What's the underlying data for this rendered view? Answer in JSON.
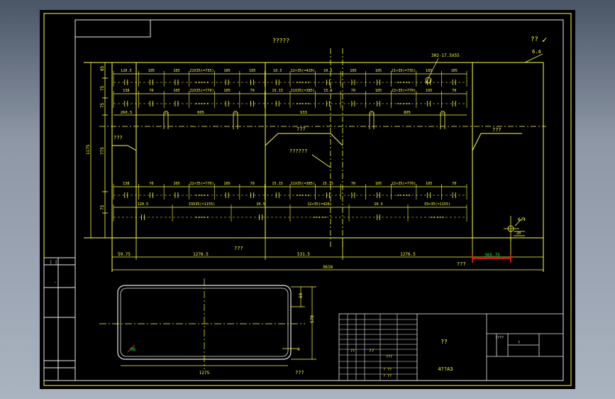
{
  "app": {
    "background_top": "#4a5566",
    "background_bottom": "#aab3c0",
    "sheet_color": "#000000",
    "line_color": "#ffff40",
    "frame_color": "#ffffff",
    "note_color": "#00ff40",
    "marker_color": "#ff2020"
  },
  "drawing": {
    "title": "?????",
    "roughness": "??",
    "roughness_mark": "✓",
    "roughness_value": "6.4",
    "hole_note": "302-17.5X55",
    "hole_note_rows": [
      [
        "120.5",
        "105",
        "105",
        "21X35(=735)",
        "105",
        "105",
        "10.5",
        "12×35(=420)",
        "10.5",
        "105",
        "105",
        "21×35(=735)",
        "105",
        "105"
      ],
      [
        "138",
        "70",
        "105",
        "22X35(=770)",
        "105",
        "70",
        "15.15",
        "11X35(=385)",
        "15.5",
        "70",
        "105",
        "22×35(=770)",
        "105",
        "70"
      ],
      [
        "138",
        "70",
        "105",
        "22×35(=770)",
        "105",
        "70",
        "15.15",
        "11X35(=385)",
        "15.15",
        "70",
        "105",
        "22×35(=770)",
        "105",
        "70"
      ],
      [
        "120.5",
        "33X35(=1155)",
        "10.5",
        "12×35(=420)",
        "10.5",
        "33×35(=1155)"
      ]
    ],
    "mid_row": [
      "260.5",
      "35",
      "805",
      "35",
      "933",
      "35",
      "805",
      "35"
    ],
    "left_dims": [
      "85",
      "75",
      "75",
      "1175",
      "775",
      "75"
    ],
    "labels": {
      "left": "???",
      "center": "???",
      "center_two": "??????",
      "right": "???",
      "bottom_center": "???",
      "bottom_right": "???",
      "plan_bottom": "???"
    },
    "bottom_dims": [
      "59.75",
      "1276.5",
      "531.5",
      "1276.5"
    ],
    "total_width": "3616",
    "highlight_dim": "365.75",
    "detail_value": "6.4",
    "detail_small": "20",
    "plan": {
      "width": "1275",
      "height": "570",
      "corner": "59",
      "gap": "4",
      "note": "R6"
    }
  },
  "title_block": {
    "name": "??",
    "drawing_no": "4??A3",
    "cells_left": [
      "??",
      "???",
      "??",
      "? ??",
      "? ??"
    ],
    "cells_right": [
      "????",
      "?"
    ],
    "left_cells": [
      "|  |",
      "."
    ]
  }
}
